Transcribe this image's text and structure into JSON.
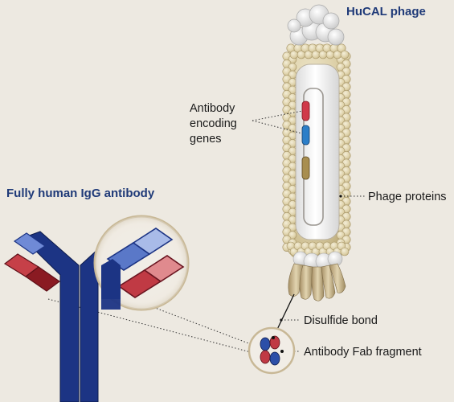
{
  "titles": {
    "phage": "HuCAL phage",
    "antibody": "Fully human IgG antibody"
  },
  "labels": {
    "encoding_line1": "Antibody",
    "encoding_line2": "encoding",
    "encoding_line3": "genes",
    "phage_proteins": "Phage proteins",
    "disulfide_bond": "Disulfide bond",
    "fab_fragment": "Antibody Fab fragment"
  },
  "colors": {
    "background": "#ede9e1",
    "heavy_chain_blue": "#1c3484",
    "light_blue": "#5a78c8",
    "light_red": "#c03a44",
    "dark_red": "#8a1a22",
    "gene_red": "#d0394a",
    "gene_blue": "#2c7ec8",
    "gene_olive": "#a88e50",
    "phage_bead": "#ddd2ad",
    "title_blue": "#1f3a78"
  }
}
